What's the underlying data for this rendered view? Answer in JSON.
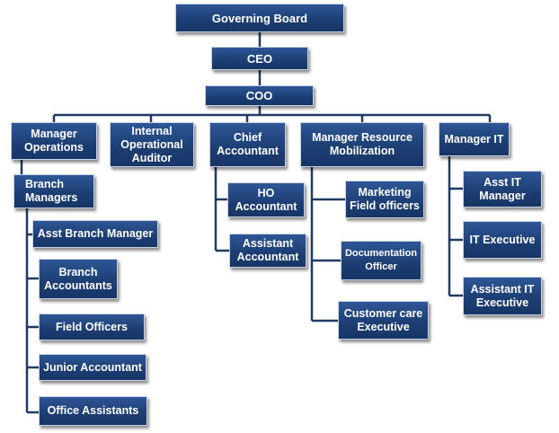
{
  "org_chart": {
    "governing_board": "Governing Board",
    "ceo": "CEO",
    "coo": "COO",
    "departments": {
      "manager_operations": {
        "line1": "Manager",
        "line2": "Operations"
      },
      "internal_auditor": {
        "line1": "Internal",
        "line2": "Operational",
        "line3": "Auditor"
      },
      "chief_accountant": {
        "line1": "Chief",
        "line2": "Accountant"
      },
      "manager_resource": {
        "line1": "Manager Resource",
        "line2": "Mobilization"
      },
      "manager_it": "Manager IT"
    },
    "operations": {
      "branch_managers": {
        "line1": "Branch",
        "line2": "Managers"
      },
      "asst_branch_manager": "Asst Branch Manager",
      "branch_accountants": {
        "line1": "Branch",
        "line2": "Accountants"
      },
      "field_officers": "Field Officers",
      "junior_accountant": "Junior Accountant",
      "office_assistants": "Office Assistants"
    },
    "accounts": {
      "ho_accountant": {
        "line1": "HO",
        "line2": "Accountant"
      },
      "assistant_accountant": {
        "line1": "Assistant",
        "line2": "Accountant"
      }
    },
    "resource": {
      "marketing_field_officers": {
        "line1": "Marketing",
        "line2": "Field officers"
      },
      "documentation_officer": {
        "line1": "Documentation",
        "line2": "Officer"
      },
      "customer_care": {
        "line1": "Customer care",
        "line2": "Executive"
      }
    },
    "it": {
      "asst_it_manager": {
        "line1": "Asst IT",
        "line2": "Manager"
      },
      "it_executive": "IT Executive",
      "assistant_it_executive": {
        "line1": "Assistant IT",
        "line2": "Executive"
      }
    }
  }
}
